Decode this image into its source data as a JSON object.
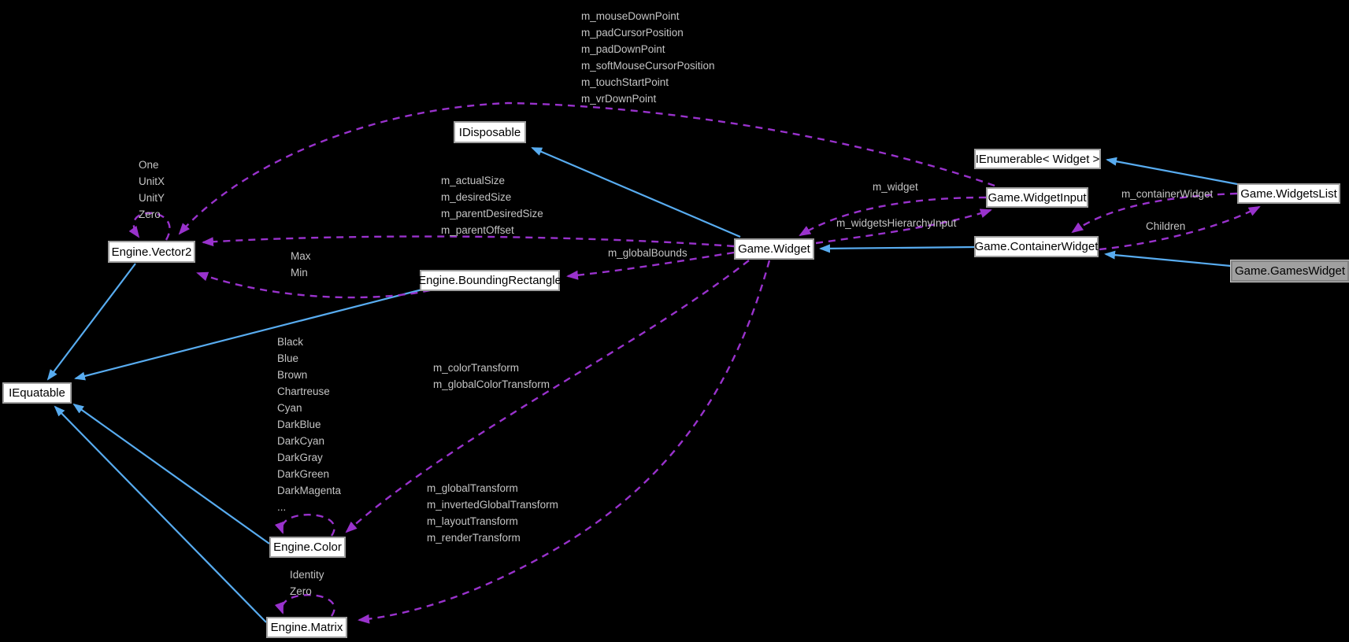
{
  "diagram": {
    "type": "collaboration-diagram",
    "colors": {
      "background": "#000000",
      "node_fill": "#ffffff",
      "node_border": "#9f9f9f",
      "highlight_node_fill": "#a0a0a0",
      "inheritance_edge": "#58acf0",
      "usage_edge": "#9932cc",
      "edge_label_text": "#c4c4c4",
      "node_text": "#000000"
    },
    "nodes": [
      {
        "id": "idisposable",
        "label": "IDisposable",
        "variant": "default"
      },
      {
        "id": "ienumerable",
        "label": "IEnumerable< Widget >",
        "variant": "default"
      },
      {
        "id": "widgetinput",
        "label": "Game.WidgetInput",
        "variant": "default"
      },
      {
        "id": "widgetslist",
        "label": "Game.WidgetsList",
        "variant": "default"
      },
      {
        "id": "widget",
        "label": "Game.Widget",
        "variant": "default"
      },
      {
        "id": "containerwidget",
        "label": "Game.ContainerWidget",
        "variant": "default"
      },
      {
        "id": "gameswidget",
        "label": "Game.GamesWidget",
        "variant": "highlight"
      },
      {
        "id": "vector2",
        "label": "Engine.Vector2",
        "variant": "default"
      },
      {
        "id": "boundingrectangle",
        "label": "Engine.BoundingRectangle",
        "variant": "default"
      },
      {
        "id": "iequatable",
        "label": "IEquatable",
        "variant": "default"
      },
      {
        "id": "color",
        "label": "Engine.Color",
        "variant": "default"
      },
      {
        "id": "matrix",
        "label": "Engine.Matrix",
        "variant": "default"
      }
    ],
    "edges": [
      {
        "id": "e_widget_idisposable",
        "from": "widget",
        "to": "idisposable",
        "type": "inheritance",
        "label": []
      },
      {
        "id": "e_widgetslist_ienumerable",
        "from": "widgetslist",
        "to": "ienumerable",
        "type": "inheritance",
        "label": []
      },
      {
        "id": "e_container_widget",
        "from": "containerwidget",
        "to": "widget",
        "type": "inheritance",
        "label": []
      },
      {
        "id": "e_games_container",
        "from": "gameswidget",
        "to": "containerwidget",
        "type": "inheritance",
        "label": []
      },
      {
        "id": "e_vector2_iequatable",
        "from": "vector2",
        "to": "iequatable",
        "type": "inheritance",
        "label": []
      },
      {
        "id": "e_br_iequatable",
        "from": "boundingrectangle",
        "to": "iequatable",
        "type": "inheritance",
        "label": []
      },
      {
        "id": "e_color_iequatable",
        "from": "color",
        "to": "iequatable",
        "type": "inheritance",
        "label": []
      },
      {
        "id": "e_matrix_iequatable",
        "from": "matrix",
        "to": "iequatable",
        "type": "inheritance",
        "label": []
      },
      {
        "id": "e_input_vector2",
        "from": "widgetinput",
        "to": "vector2",
        "type": "usage",
        "label": [
          "m_mouseDownPoint",
          "m_padCursorPosition",
          "m_padDownPoint",
          "m_softMouseCursorPosition",
          "m_touchStartPoint",
          "m_vrDownPoint"
        ]
      },
      {
        "id": "e_widget_vector2",
        "from": "widget",
        "to": "vector2",
        "type": "usage",
        "label": [
          "m_actualSize",
          "m_desiredSize",
          "m_parentDesiredSize",
          "m_parentOffset"
        ]
      },
      {
        "id": "e_widget_br",
        "from": "widget",
        "to": "boundingrectangle",
        "type": "usage",
        "label": [
          "m_globalBounds"
        ]
      },
      {
        "id": "e_br_vector2",
        "from": "boundingrectangle",
        "to": "vector2",
        "type": "usage",
        "label": [
          "Max",
          "Min"
        ]
      },
      {
        "id": "e_vector2_self",
        "from": "vector2",
        "to": "vector2",
        "type": "usage",
        "label": [
          "One",
          "UnitX",
          "UnitY",
          "Zero"
        ]
      },
      {
        "id": "e_input_widget",
        "from": "widgetinput",
        "to": "widget",
        "type": "usage",
        "label": [
          "m_widget"
        ]
      },
      {
        "id": "e_widget_input",
        "from": "widget",
        "to": "widgetinput",
        "type": "usage",
        "label": [
          "m_widgetsHierarchyInput"
        ]
      },
      {
        "id": "e_wlist_container",
        "from": "widgetslist",
        "to": "containerwidget",
        "type": "usage",
        "label": [
          "m_containerWidget"
        ]
      },
      {
        "id": "e_container_wlist",
        "from": "containerwidget",
        "to": "widgetslist",
        "type": "usage",
        "label": [
          "Children"
        ]
      },
      {
        "id": "e_widget_color",
        "from": "widget",
        "to": "color",
        "type": "usage",
        "label": [
          "m_colorTransform",
          "m_globalColorTransform"
        ]
      },
      {
        "id": "e_widget_matrix",
        "from": "widget",
        "to": "matrix",
        "type": "usage",
        "label": [
          "m_globalTransform",
          "m_invertedGlobalTransform",
          "m_layoutTransform",
          "m_renderTransform"
        ]
      },
      {
        "id": "e_color_self",
        "from": "color",
        "to": "color",
        "type": "usage",
        "label": [
          "Black",
          "Blue",
          "Brown",
          "Chartreuse",
          "Cyan",
          "DarkBlue",
          "DarkCyan",
          "DarkGray",
          "DarkGreen",
          "DarkMagenta",
          "..."
        ]
      },
      {
        "id": "e_matrix_self",
        "from": "matrix",
        "to": "matrix",
        "type": "usage",
        "label": [
          "Identity",
          "Zero"
        ]
      }
    ]
  }
}
